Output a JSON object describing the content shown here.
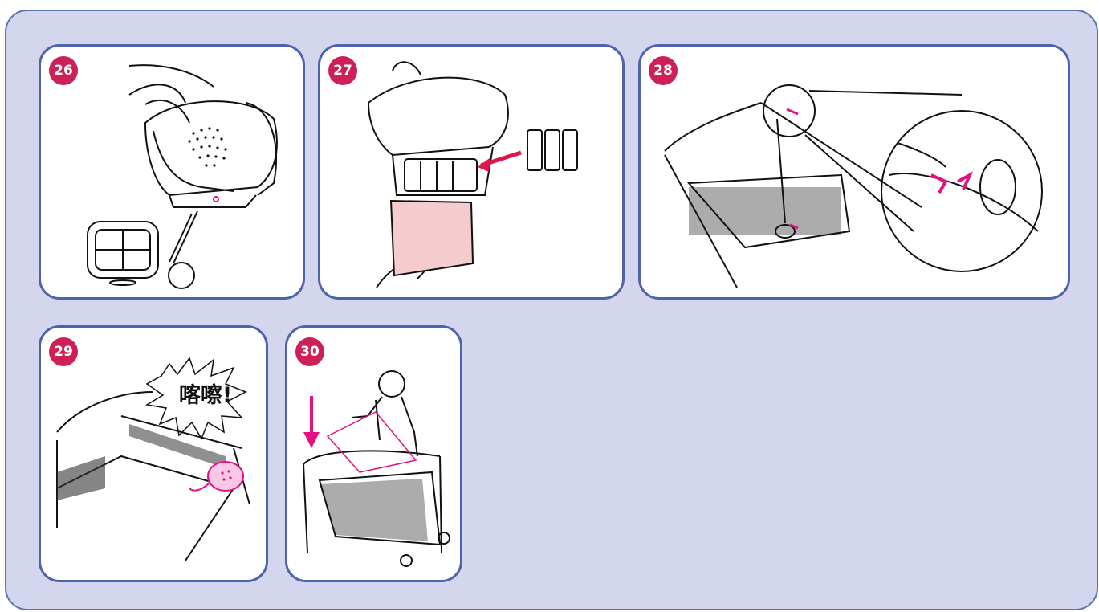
{
  "steps": [
    {
      "number": "26"
    },
    {
      "number": "27"
    },
    {
      "number": "28"
    },
    {
      "number": "29",
      "callout": "喀嚓!"
    },
    {
      "number": "30"
    }
  ],
  "colors": {
    "background": "#d4d6ed",
    "border": "#4d63ad",
    "accent": "#cf1f57",
    "highlight": "#e4127f"
  }
}
